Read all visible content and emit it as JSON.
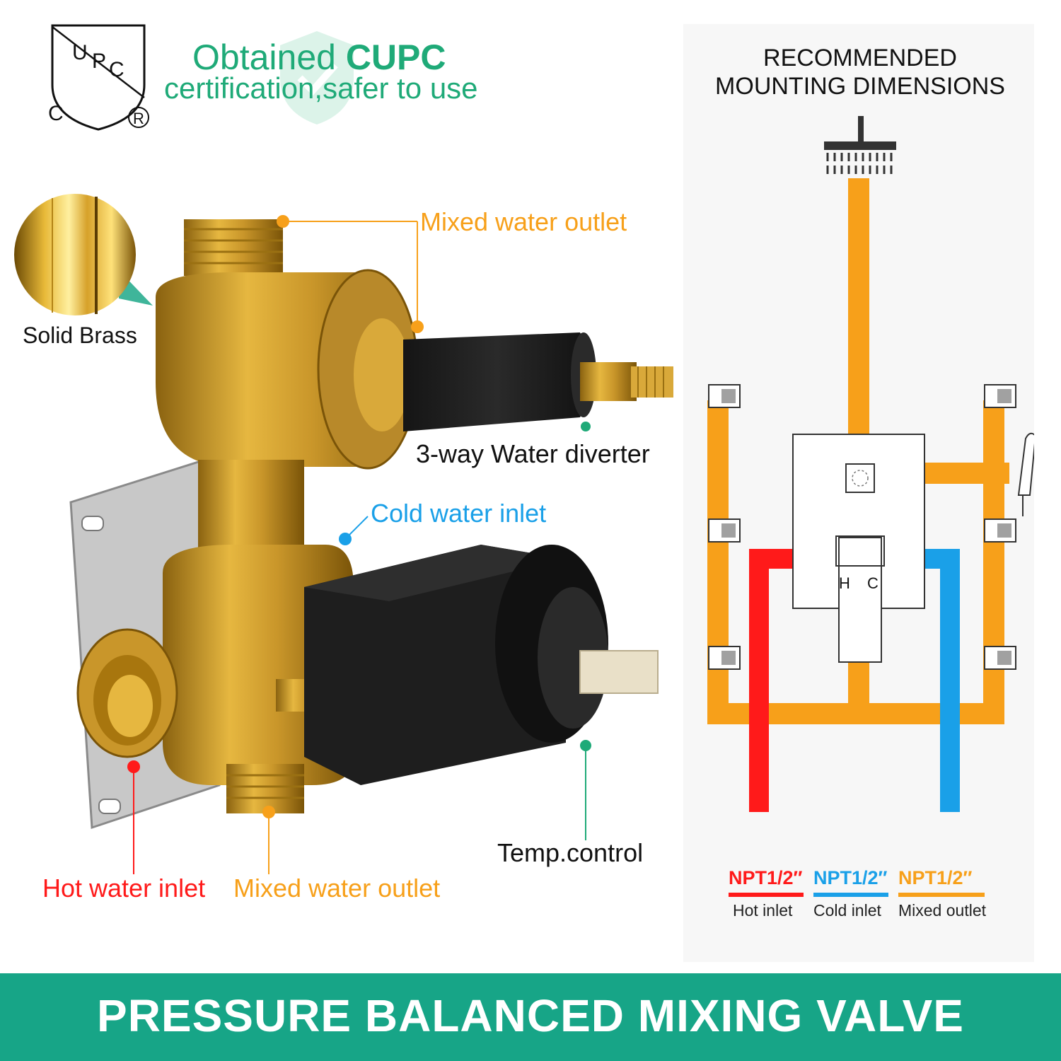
{
  "logo": {
    "text": "UPC",
    "corner_letter": "C",
    "registered": "®"
  },
  "certification": {
    "line1_prefix": "Obtained ",
    "line1_bold": "CUPC",
    "line2": "certification,safer to use"
  },
  "callouts": {
    "solid_brass": "Solid Brass",
    "mixed_outlet_top": "Mixed water outlet",
    "diverter": "3-way Water diverter",
    "cold_inlet": "Cold water inlet",
    "temp_control": "Temp.control",
    "hot_inlet": "Hot water inlet",
    "mixed_outlet_bottom": "Mixed water outlet"
  },
  "mounting": {
    "title_line1": "RECOMMENDED",
    "title_line2": "MOUNTING DIMENSIONS",
    "handle_hot": "H",
    "handle_cold": "C"
  },
  "legend": [
    {
      "size": "NPT1/2″",
      "label": "Hot inlet",
      "color": "#ff1a1a"
    },
    {
      "size": "NPT1/2″",
      "label": "Cold inlet",
      "color": "#1aa0e8"
    },
    {
      "size": "NPT1/2″",
      "label": "Mixed outlet",
      "color": "#f7a01a"
    }
  ],
  "banner": {
    "text": "PRESSURE BALANCED MIXING VALVE",
    "color": "#17a587"
  },
  "colors": {
    "hot": "#ff1a1a",
    "cold": "#1aa0e8",
    "mixed": "#f7a01a",
    "accent": "#1faa78"
  }
}
